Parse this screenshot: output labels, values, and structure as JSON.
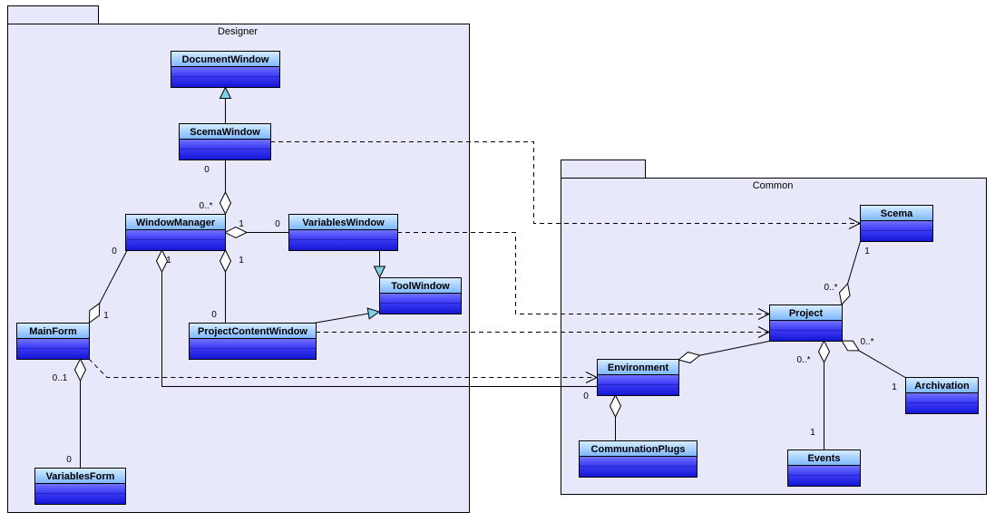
{
  "packages": {
    "designer": "Designer",
    "common": "Common"
  },
  "classes": {
    "document_window": "DocumentWindow",
    "scema_window": "ScemaWindow",
    "window_manager": "WindowManager",
    "variables_window": "VariablesWindow",
    "tool_window": "ToolWindow",
    "project_content_window": "ProjectContentWindow",
    "main_form": "MainForm",
    "variables_form": "VariablesForm",
    "scema": "Scema",
    "project": "Project",
    "environment": "Environment",
    "archivation": "Archivation",
    "communation_plugs": "CommunationPlugs",
    "events": "Events"
  },
  "multiplicities": {
    "scemawindow_windowmanager": {
      "scemawindow": "0",
      "windowmanager": "0..*"
    },
    "windowmanager_variableswindow": {
      "windowmanager": "1",
      "variableswindow": "0"
    },
    "windowmanager_projectcontentwindow": {
      "windowmanager": "1",
      "projectcontentwindow": "0"
    },
    "windowmanager_environment": {
      "windowmanager": "1",
      "environment": "0"
    },
    "windowmanager_mainform": {
      "windowmanager": "0",
      "mainform": "1"
    },
    "mainform_variablesform": {
      "mainform": "0..1",
      "variablesform": "0"
    },
    "scema_project": {
      "scema": "1",
      "project": "0..*"
    },
    "project_events": {
      "project": "0..*",
      "events": "1"
    },
    "project_archivation": {
      "project": "0..*",
      "archivation": "1"
    }
  },
  "colors": {
    "package_fill": "#e8e8fb",
    "class_header_top": "#d8eeff",
    "class_header_bottom": "#7cb6ff",
    "class_body_top": "#7474ff",
    "class_body_mid": "#3b3bf6",
    "class_body_bottom": "#1414d4",
    "generalization_fill": "#7fd0e8",
    "aggregation_fill": "#ffffff"
  }
}
